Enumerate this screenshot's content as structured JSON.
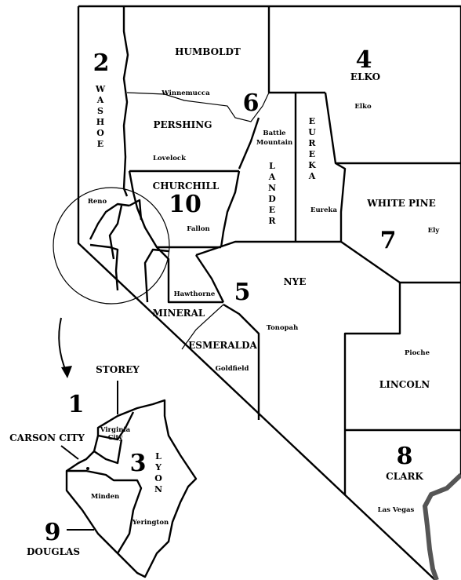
{
  "counties": {
    "humboldt": "HUMBOLDT",
    "elko": "ELKO",
    "pershing": "PERSHING",
    "churchill": "CHURCHILL",
    "white_pine": "WHITE PINE",
    "nye": "NYE",
    "mineral": "MINERAL",
    "esmeralda": "ESMERALDA",
    "lincoln": "LINCOLN",
    "clark": "CLARK",
    "storey": "STOREY",
    "carson_city": "CARSON CITY",
    "douglas": "DOUGLAS",
    "washoe_letters": [
      "W",
      "A",
      "S",
      "H",
      "O",
      "E"
    ],
    "lander_letters": [
      "L",
      "A",
      "N",
      "D",
      "E",
      "R"
    ],
    "eureka_letters": [
      "E",
      "U",
      "R",
      "E",
      "K",
      "A"
    ],
    "lyon_letters": [
      "L",
      "Y",
      "O",
      "N"
    ]
  },
  "towns": {
    "winnemucca": "Winnemucca",
    "elko": "Elko",
    "battle_mountain_1": "Battle",
    "battle_mountain_2": "Mountain",
    "lovelock": "Lovelock",
    "reno": "Reno",
    "fallon": "Fallon",
    "eureka": "Eureka",
    "ely": "Ely",
    "hawthorne": "Hawthorne",
    "tonopah": "Tonopah",
    "goldfield": "Goldfield",
    "pioche": "Pioche",
    "las_vegas": "Las Vegas",
    "virginia_city_1": "Virginia",
    "virginia_city_2": "City",
    "minden": "Minden",
    "yerington": "Yerington"
  },
  "district_numbers": {
    "d1": "1",
    "d2": "2",
    "d3": "3",
    "d4": "4",
    "d5": "5",
    "d6": "6",
    "d7": "7",
    "d8": "8",
    "d9": "9",
    "d10": "10"
  }
}
